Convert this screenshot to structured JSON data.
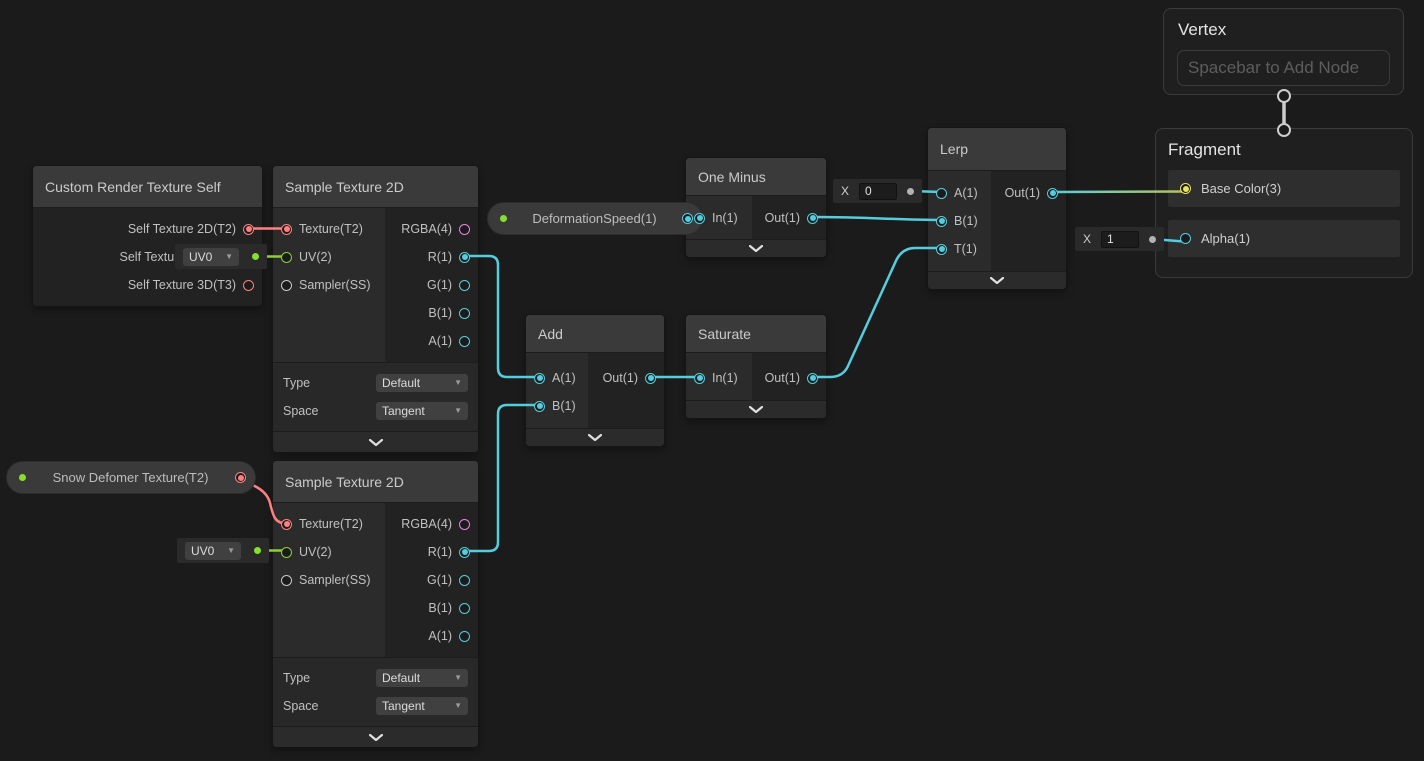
{
  "icons": {
    "dropdown_arrow": "▼"
  },
  "colors": {
    "canvas_bg": "#1b1b1b",
    "node_title_bg": "#3a3a3a",
    "edge_cyan": "#54cede",
    "edge_green": "#8ccf37",
    "edge_red": "#ff8080",
    "port_magenta": "#f07fe8",
    "port_yellow": "#e8e559",
    "port_gray": "#c9c9c9",
    "property_dot_green": "#86e02c"
  },
  "vertex_block": {
    "title": "Vertex",
    "placeholder": "Spacebar to Add Node"
  },
  "fragment_block": {
    "title": "Fragment",
    "inputs": [
      "Base Color(3)",
      "Alpha(1)"
    ]
  },
  "nodes": {
    "crt": {
      "title": "Custom Render Texture Self",
      "outputs": [
        "Self Texture 2D(T2)",
        "Self Texture Cube(C)",
        "Self Texture 3D(T3)"
      ]
    },
    "sample_top": {
      "title": "Sample Texture 2D",
      "inputs": [
        "Texture(T2)",
        "UV(2)",
        "Sampler(SS)"
      ],
      "outputs": [
        "RGBA(4)",
        "R(1)",
        "G(1)",
        "B(1)",
        "A(1)"
      ],
      "controls": [
        {
          "label": "Type",
          "value": "Default"
        },
        {
          "label": "Space",
          "value": "Tangent"
        }
      ]
    },
    "sample_bottom": {
      "title": "Sample Texture 2D",
      "inputs": [
        "Texture(T2)",
        "UV(2)",
        "Sampler(SS)"
      ],
      "outputs": [
        "RGBA(4)",
        "R(1)",
        "G(1)",
        "B(1)",
        "A(1)"
      ],
      "controls": [
        {
          "label": "Type",
          "value": "Default"
        },
        {
          "label": "Space",
          "value": "Tangent"
        }
      ]
    },
    "one_minus": {
      "title": "One Minus",
      "in_label": "In(1)",
      "out_label": "Out(1)"
    },
    "add": {
      "title": "Add",
      "a_label": "A(1)",
      "b_label": "B(1)",
      "out_label": "Out(1)"
    },
    "saturate": {
      "title": "Saturate",
      "in_label": "In(1)",
      "out_label": "Out(1)"
    },
    "lerp": {
      "title": "Lerp",
      "a_label": "A(1)",
      "b_label": "B(1)",
      "t_label": "T(1)",
      "out_label": "Out(1)"
    }
  },
  "properties": {
    "deformation_speed": {
      "label": "DeformationSpeed(1)"
    },
    "snow_deformer": {
      "label": "Snow Defomer Texture(T2)"
    }
  },
  "inline_values": {
    "lerp_a": {
      "label": "X",
      "value": "0"
    },
    "alpha": {
      "label": "X",
      "value": "1"
    },
    "uv_top": {
      "value": "UV0"
    },
    "uv_bottom": {
      "value": "UV0"
    }
  }
}
